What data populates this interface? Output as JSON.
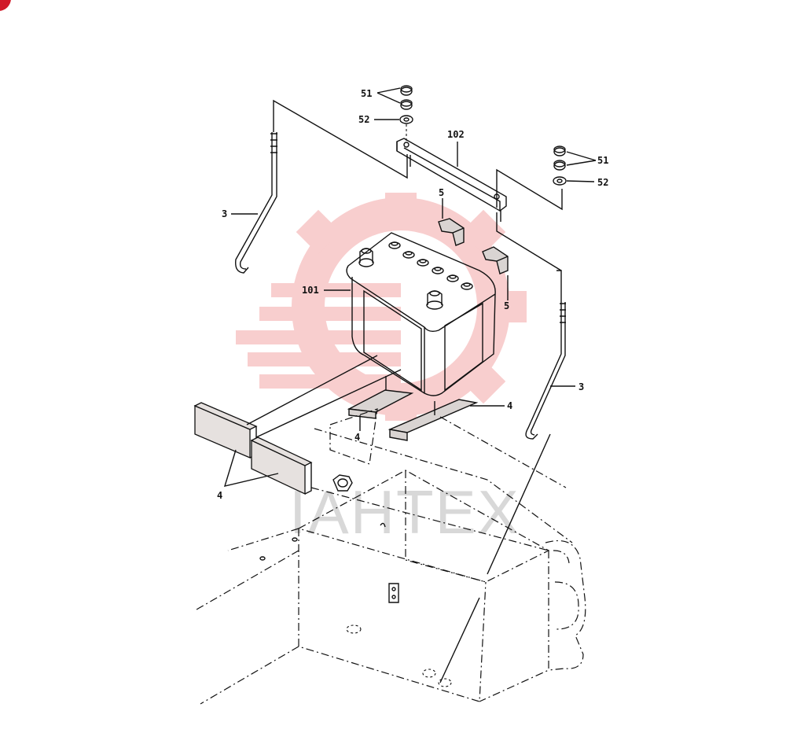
{
  "diagram": {
    "watermark_text": "IAHTEX",
    "callouts": {
      "nut_top": "51",
      "washer_top": "52",
      "clamp_bar": "102",
      "nut_right": "51",
      "washer_right": "52",
      "rod_left": "3",
      "bracket_top": "5",
      "battery": "101",
      "bracket_right": "5",
      "rod_right": "3",
      "pad_right": "4",
      "pad_center": "4",
      "pads_left": "4"
    }
  }
}
